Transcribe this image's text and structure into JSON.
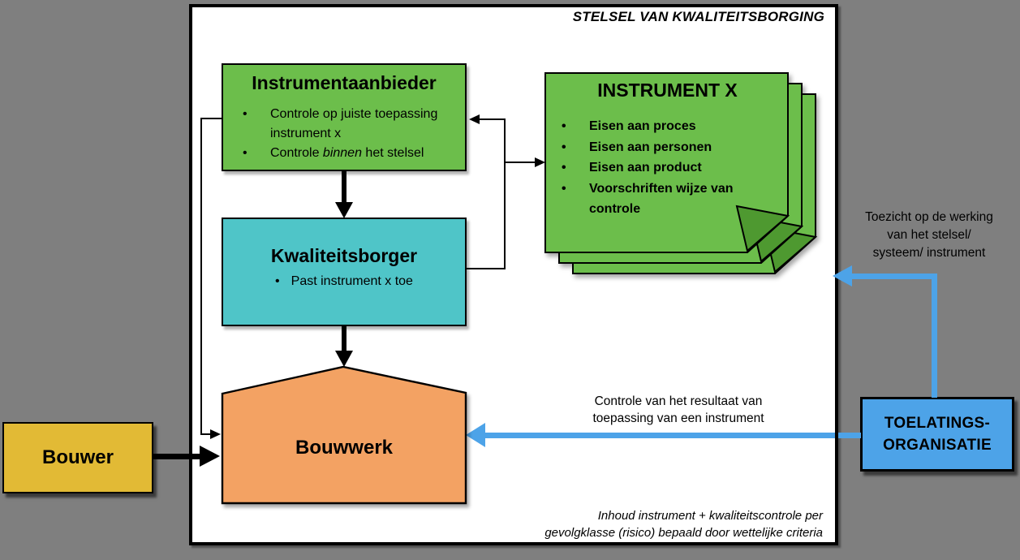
{
  "panel_title": "STELSEL VAN KWALITEITSBORGING",
  "instrumentaanbieder": {
    "title": "Instrumentaanbieder",
    "bullet_char": "•",
    "bullet1": "Controle op juiste toepassing instrument x",
    "bullet2_pre": "Controle ",
    "bullet2_italic": "binnen",
    "bullet2_post": " het stelsel"
  },
  "kwaliteitsborger": {
    "title": "Kwaliteitsborger",
    "bullet_char": "•",
    "bullet1": "Past instrument x toe"
  },
  "bouwwerk": {
    "title": "Bouwwerk"
  },
  "bouwer": {
    "title": "Bouwer"
  },
  "instrument_x": {
    "title": "INSTRUMENT X",
    "bullet_char": "•",
    "bullets": [
      "Eisen aan proces",
      "Eisen aan personen",
      "Eisen aan product",
      "Voorschriften wijze van controle"
    ]
  },
  "toelatingsorganisatie": {
    "line1": "TOELATINGS-",
    "line2": "ORGANISATIE"
  },
  "annotations": {
    "toezicht_lines": [
      "Toezicht op de werking",
      "van het stelsel/",
      "systeem/ instrument"
    ],
    "controle_lines": [
      "Controle van het resultaat van",
      "toepassing van een instrument"
    ],
    "foot_lines": [
      "Inhoud instrument + kwaliteitscontrole per",
      "gevolgklasse (risico) bepaald door wettelijke criteria"
    ]
  },
  "colors": {
    "green": "#6CBE4B",
    "green_dark": "#4E9930",
    "teal": "#4FC5C8",
    "orange": "#F3A263",
    "yellow": "#E2BA35",
    "blue": "#4DA3E8",
    "background": "#7F7F7F"
  }
}
